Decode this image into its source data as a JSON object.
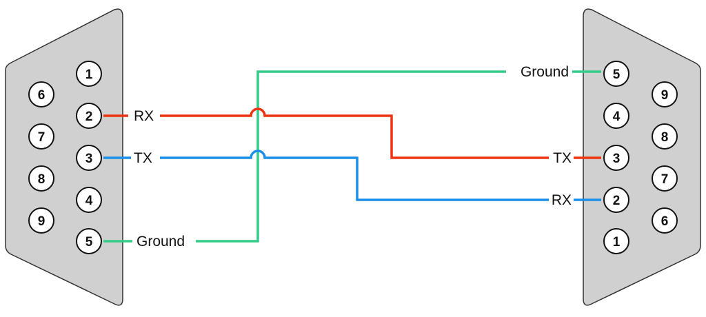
{
  "colors": {
    "rx_wire": "#ee3311",
    "tx_wire": "#1a8fe8",
    "ground_wire": "#33cc88",
    "connector_fill": "#d0d0d0",
    "connector_stroke": "#333333"
  },
  "left_connector": {
    "top_row": [
      "1",
      "2",
      "3",
      "4",
      "5"
    ],
    "bottom_row": [
      "6",
      "7",
      "8",
      "9"
    ]
  },
  "right_connector": {
    "top_row": [
      "5",
      "4",
      "3",
      "2",
      "1"
    ],
    "bottom_row": [
      "9",
      "8",
      "7",
      "6"
    ]
  },
  "labels": {
    "left_rx": "RX",
    "left_tx": "TX",
    "left_ground": "Ground",
    "right_ground": "Ground",
    "right_tx": "TX",
    "right_rx": "RX"
  }
}
